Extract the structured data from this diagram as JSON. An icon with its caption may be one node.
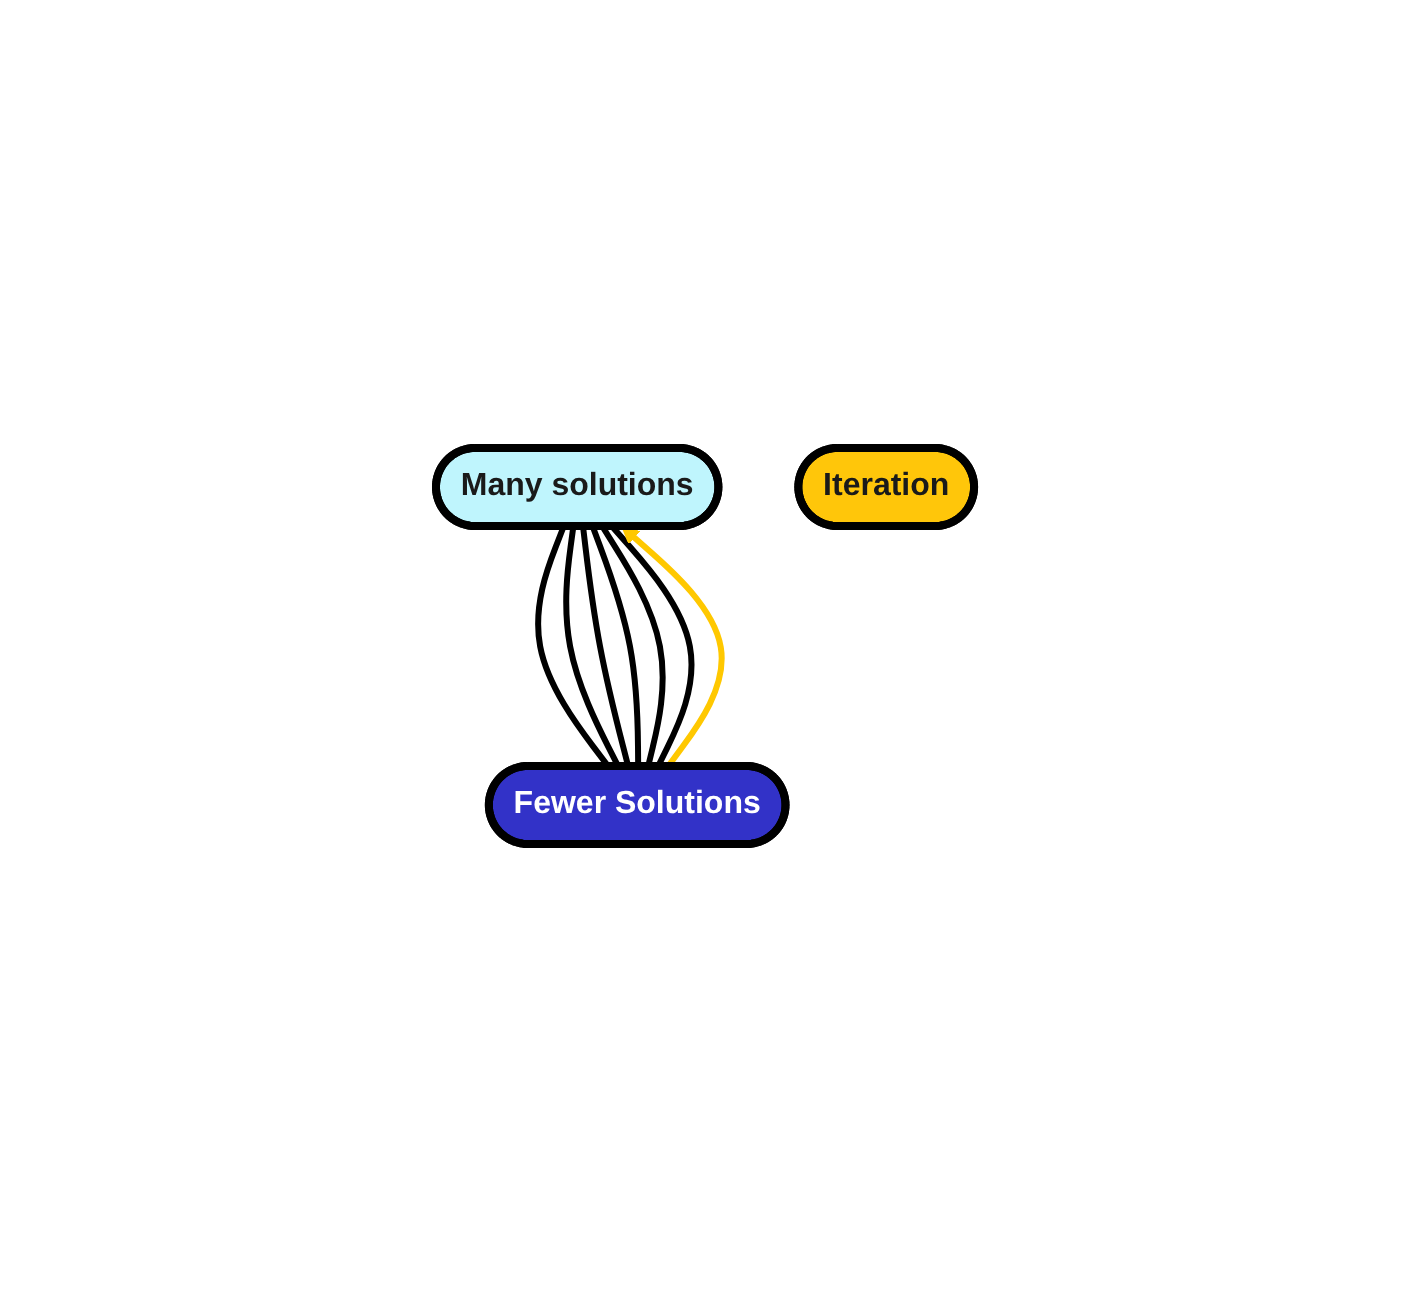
{
  "diagram": {
    "nodes": [
      {
        "text": [
          "Many solutions"
        ]
      },
      {
        "text": [
          "Fewer Solutions"
        ]
      },
      {
        "text": [
          "Iteration"
        ]
      }
    ],
    "edges": [
      {
        "from": 0,
        "to": 1,
        "arrow": "none"
      },
      {
        "from": 0,
        "to": 1,
        "arrow": "none"
      },
      {
        "from": 0,
        "to": 1,
        "arrow": "none"
      },
      {
        "from": 0,
        "to": 1,
        "arrow": "none"
      },
      {
        "from": 0,
        "to": 1,
        "arrow": "none"
      },
      {
        "from": 0,
        "to": 1,
        "arrow": "none"
      },
      {
        "from": 1,
        "to": 0,
        "arrow": "to",
        "color": "#ffc800"
      }
    ]
  }
}
